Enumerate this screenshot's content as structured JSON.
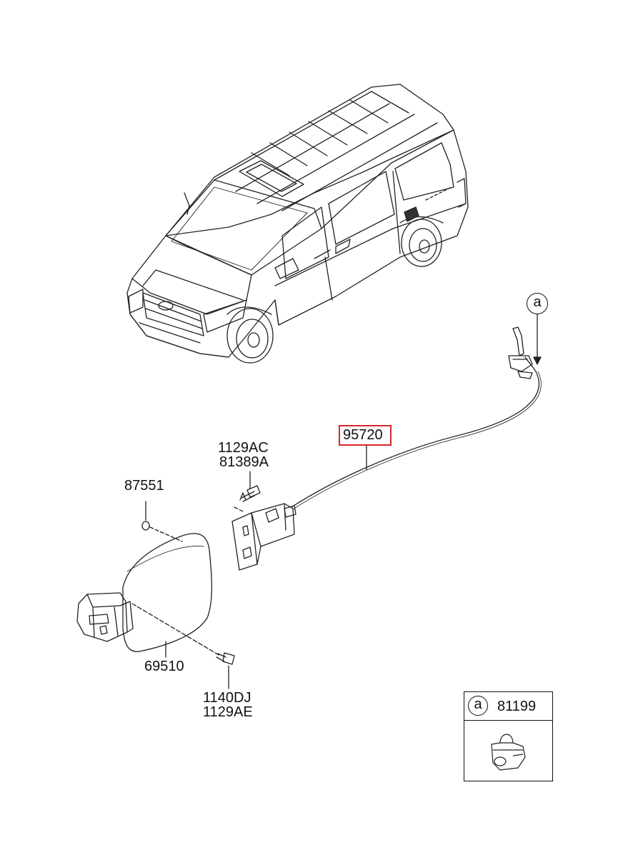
{
  "diagram": {
    "callouts": {
      "cable": "95720",
      "bolt_top_a": "1129AC",
      "bolt_top_b": "81389A",
      "bumper": "87551",
      "fuel_door": "69510",
      "bolt_bottom_a": "1140DJ",
      "bolt_bottom_b": "1129AE"
    },
    "ref_marker": "a",
    "legend": {
      "marker": "a",
      "part_number": "81199"
    },
    "highlight_color": "#d62828"
  }
}
